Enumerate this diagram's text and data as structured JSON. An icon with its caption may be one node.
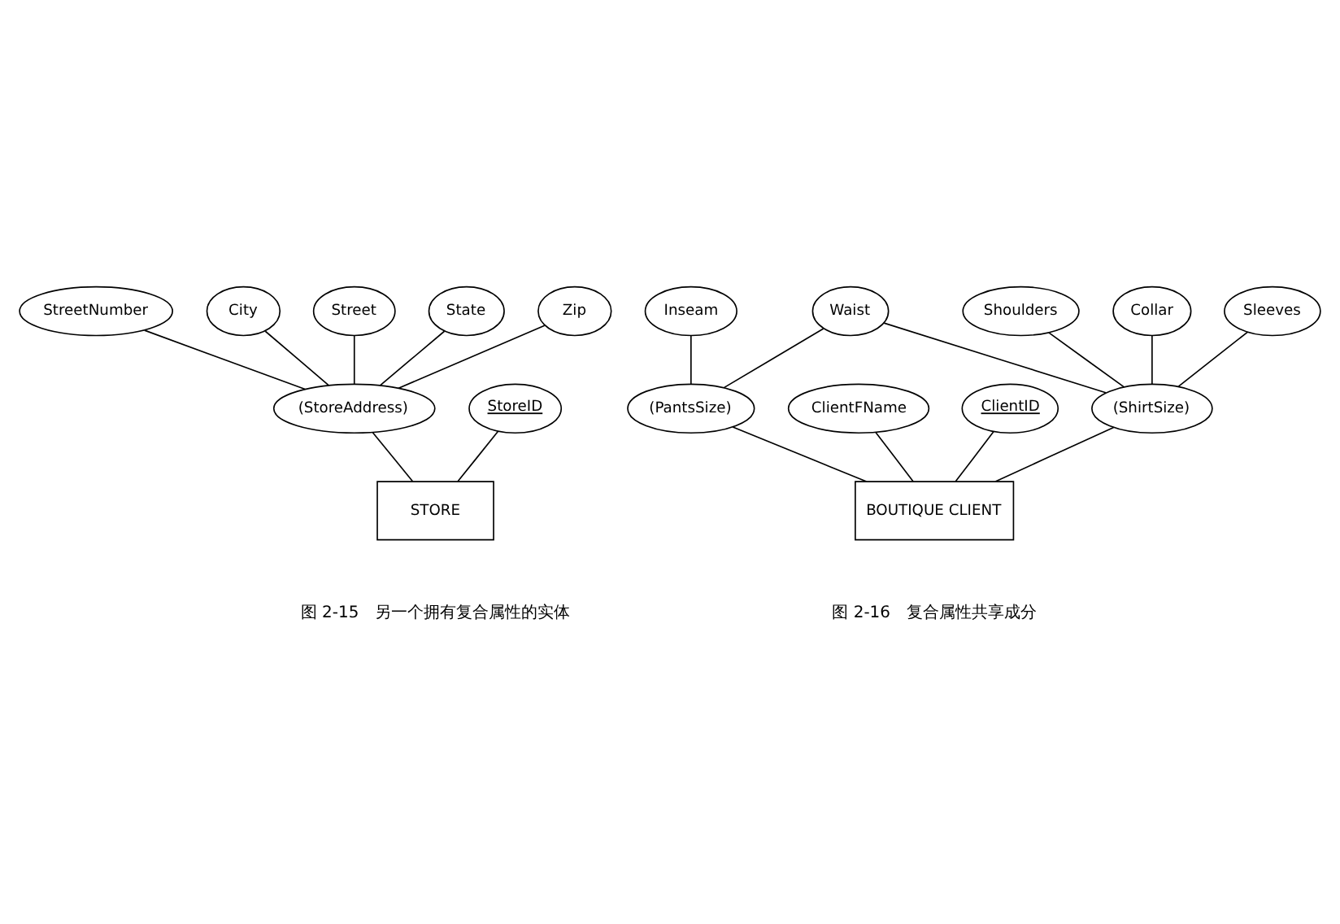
{
  "diagram": {
    "nodes": [
      {
        "text": [
          "StreetNumber"
        ]
      },
      {
        "text": [
          "City"
        ]
      },
      {
        "text": [
          "Street"
        ]
      },
      {
        "text": [
          "(StoreAddress)"
        ]
      },
      {
        "text": [
          "State"
        ]
      },
      {
        "text": [
          "StoreID"
        ]
      },
      {
        "text": [
          "Zip"
        ]
      },
      {
        "text": [
          "STORE"
        ]
      },
      {
        "text": [
          "Inseam"
        ]
      },
      {
        "text": [
          "Waist"
        ]
      },
      {
        "text": [
          "Shoulders"
        ]
      },
      {
        "text": [
          "Collar"
        ]
      },
      {
        "text": [
          "ClientFName"
        ]
      },
      {
        "text": [
          "(PantsSize)"
        ]
      },
      {
        "text": [
          "ClientID"
        ]
      },
      {
        "text": [
          "(ShirtSize)"
        ]
      },
      {
        "text": [
          "Sleeves"
        ]
      },
      {
        "text": [
          "BOUTIQUE CLIENT"
        ]
      }
    ],
    "edges": [
      {
        "from": 0,
        "to": 3,
        "arrow": "none"
      },
      {
        "from": 1,
        "to": 3,
        "arrow": "none"
      },
      {
        "from": 2,
        "to": 3,
        "arrow": "none"
      },
      {
        "from": 4,
        "to": 3,
        "arrow": "none"
      },
      {
        "from": 6,
        "to": 3,
        "arrow": "none"
      },
      {
        "from": 3,
        "to": 7,
        "arrow": "none"
      },
      {
        "from": 5,
        "to": 7,
        "arrow": "none"
      },
      {
        "from": 8,
        "to": 13,
        "arrow": "none"
      },
      {
        "from": 9,
        "to": 13,
        "arrow": "none"
      },
      {
        "from": 9,
        "to": 15,
        "arrow": "none"
      },
      {
        "from": 10,
        "to": 15,
        "arrow": "none"
      },
      {
        "from": 11,
        "to": 15,
        "arrow": "none"
      },
      {
        "from": 16,
        "to": 15,
        "arrow": "none"
      },
      {
        "from": 12,
        "to": 17,
        "arrow": "none"
      },
      {
        "from": 13,
        "to": 17,
        "arrow": "none"
      },
      {
        "from": 14,
        "to": 17,
        "arrow": "none"
      },
      {
        "from": 15,
        "to": 17,
        "arrow": "none"
      }
    ],
    "labels": [
      "图 2-15　另一个拥有复合属性的实体",
      "图 2-16　复合属性共享成分"
    ]
  }
}
